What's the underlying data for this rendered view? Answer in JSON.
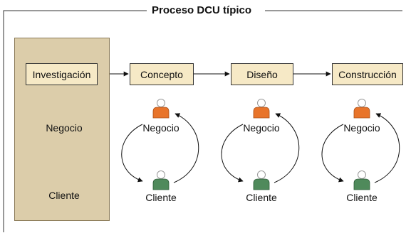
{
  "title": "Proceso DCU típico",
  "stages": [
    {
      "label": "Investigación"
    },
    {
      "label": "Concepto"
    },
    {
      "label": "Diseño"
    },
    {
      "label": "Construcción"
    }
  ],
  "roles": {
    "business": "Negocio",
    "client": "Cliente"
  },
  "colors": {
    "box_fill": "#f6e9c6",
    "panel_fill": "#dccdaa",
    "business_person": "#e8742a",
    "client_person": "#4f8a5b"
  },
  "icons": [
    "business-person-icon",
    "client-person-icon"
  ]
}
